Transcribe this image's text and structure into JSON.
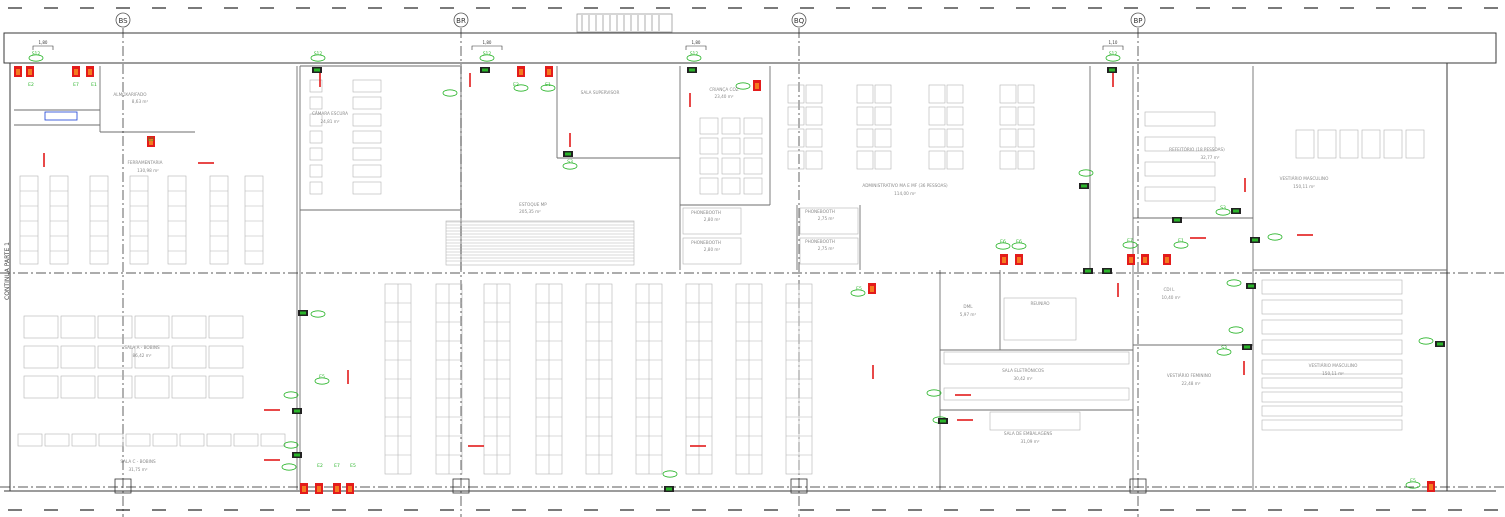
{
  "grid_axes": [
    "BS",
    "BR",
    "BQ",
    "BP"
  ],
  "side_label": "CONTINUA PARTE 1",
  "rooms": [
    {
      "id": "almoxarifado",
      "name": "ALMOXARIFADO",
      "area": "8,63 m²"
    },
    {
      "id": "ferramentaria",
      "name": "FERRAMENTARIA",
      "area": "130,98 m²"
    },
    {
      "id": "camara-escura",
      "name": "CÂMARA ESCURA",
      "area": "24,81 m²"
    },
    {
      "id": "estoque-mp",
      "name": "ESTOQUE MP",
      "area": "205,35 m²"
    },
    {
      "id": "sala-supervisor",
      "name": "SALA SUPERVISOR",
      "area": ""
    },
    {
      "id": "crianca-cozinha",
      "name": "CRIANÇA COZ",
      "area": "23,40 m²"
    },
    {
      "id": "administrativo",
      "name": "ADMINISTRATIVO MA E MF (36 PESSOAS)",
      "area": "114,00 m²"
    },
    {
      "id": "refeitorio",
      "name": "REFEITÓRIO (18 PESSOAS)",
      "area": "32,77 m²"
    },
    {
      "id": "vestiario-masc-1",
      "name": "VESTIÁRIO MASCULINO",
      "area": "150,11 m²"
    },
    {
      "id": "phonebooth-1",
      "name": "PHONEBOOTH",
      "area": "2,80 m²"
    },
    {
      "id": "phonebooth-2",
      "name": "PHONEBOOTH",
      "area": "2,80 m²"
    },
    {
      "id": "phonebooth-3",
      "name": "PHONEBOOTH",
      "area": "2,75 m²"
    },
    {
      "id": "phonebooth-4",
      "name": "PHONEBOOTH",
      "area": "2,75 m²"
    },
    {
      "id": "sala-a-bobina",
      "name": "SALA A - BOBINS",
      "area": "86,42 m²"
    },
    {
      "id": "sala-c-bobina",
      "name": "SALA C - BOBINS",
      "area": "31,75 m²"
    },
    {
      "id": "sala-reuniao",
      "name": "REUNIÃO",
      "area": ""
    },
    {
      "id": "dml",
      "name": "DML",
      "area": "5,97 m²"
    },
    {
      "id": "sala-eletronicos",
      "name": "SALA ELETRÔNICOS",
      "area": "30,42 m²"
    },
    {
      "id": "sala-embalagens",
      "name": "SALA DE EMBALAGENS",
      "area": "31,09 m²"
    },
    {
      "id": "cdi",
      "name": "CDI L",
      "area": "10,40 m²"
    },
    {
      "id": "vestiario-fem",
      "name": "VESTIÁRIO FEMININO",
      "area": "22,48 m²"
    },
    {
      "id": "vestiario-masc-2",
      "name": "VESTIÁRIO MASCULINO",
      "area": "150,11 m²"
    }
  ],
  "symbols": {
    "emergency_light": "S12",
    "exit_sign": "S3",
    "extinguisher": [
      "E5",
      "E6",
      "E7",
      "E2",
      "E1"
    ],
    "dimensions": [
      "1,80",
      "1,80",
      "1,80",
      "1,10"
    ]
  },
  "colors": {
    "line": "#9a9a9a",
    "dark": "#3a3a3a",
    "green": "#2bb52b",
    "red": "#e31b1b",
    "orange": "#f47a20"
  }
}
